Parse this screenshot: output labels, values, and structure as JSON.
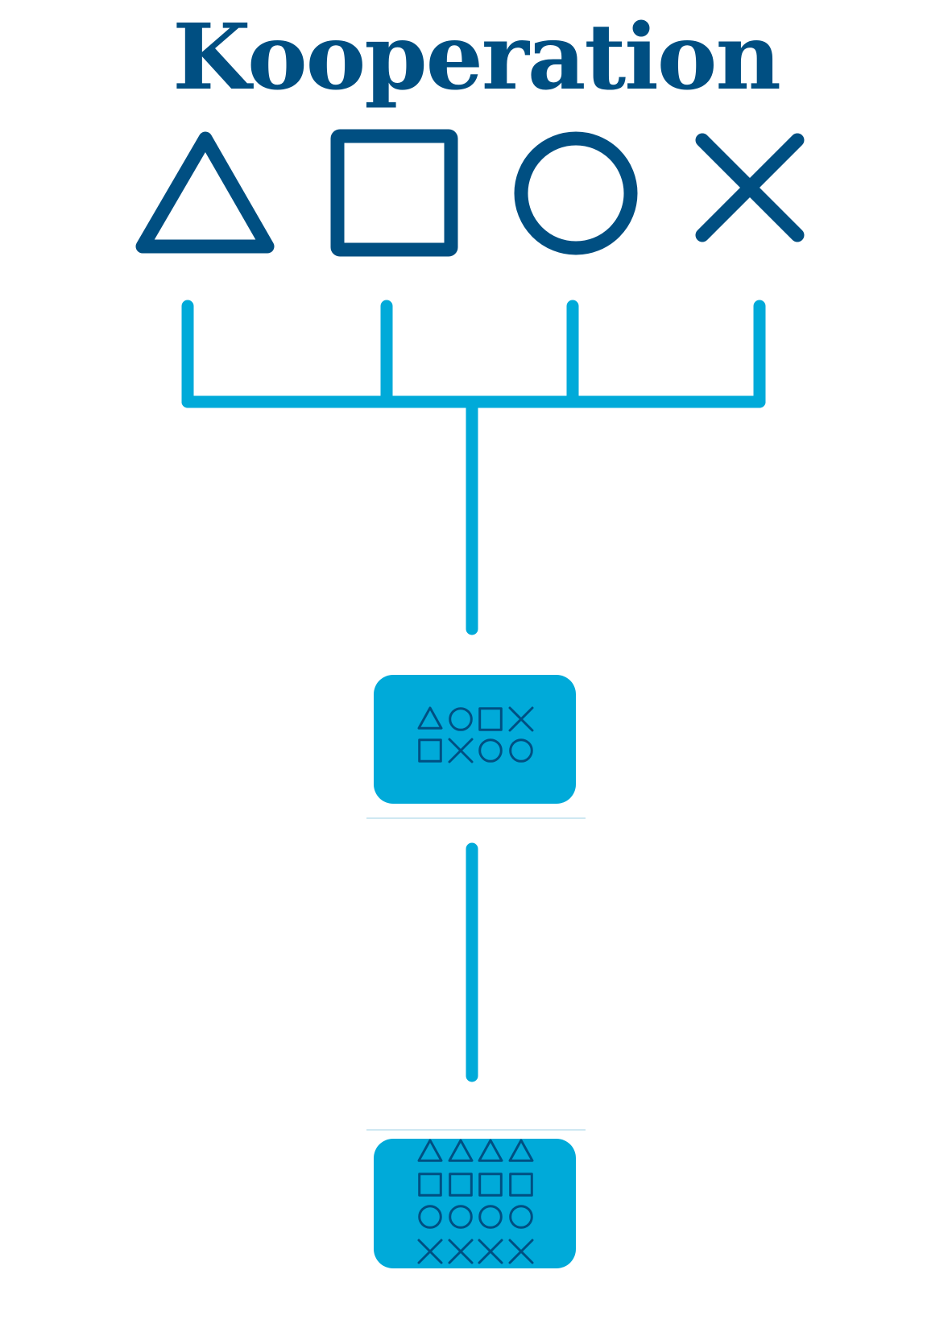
{
  "title": "Kooperation",
  "colors": {
    "dark_blue": "#004f82",
    "light_blue": "#00aad9",
    "divider": "#bfe0ee"
  },
  "top_symbols": [
    "triangle",
    "square",
    "circle",
    "cross"
  ],
  "group_box_1": {
    "symbol_rows": [
      [
        "triangle",
        "circle",
        "square",
        "cross"
      ],
      [
        "square",
        "cross",
        "circle",
        "circle"
      ]
    ]
  },
  "group_box_2": {
    "symbol_rows": [
      [
        "triangle",
        "triangle",
        "triangle",
        "triangle"
      ],
      [
        "square",
        "square",
        "square",
        "square"
      ],
      [
        "circle",
        "circle",
        "circle",
        "circle"
      ],
      [
        "cross",
        "cross",
        "cross",
        "cross"
      ]
    ]
  }
}
